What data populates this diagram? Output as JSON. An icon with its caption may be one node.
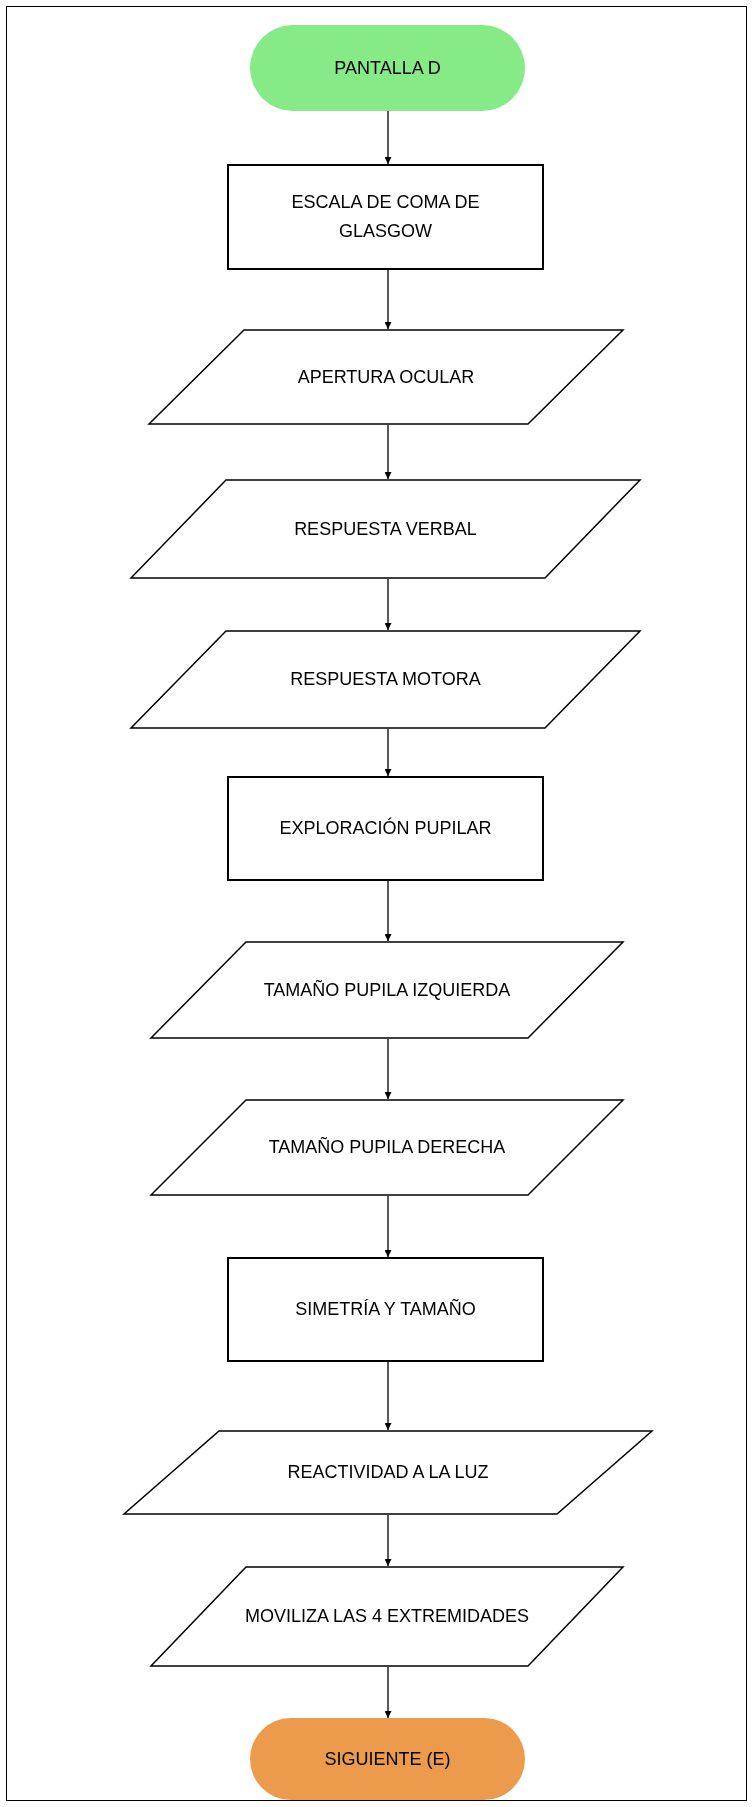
{
  "diagram": {
    "nodes": [
      {
        "text": [
          "PANTALLA D"
        ]
      },
      {
        "text": [
          "ESCALA DE COMA DE GLASGOW"
        ]
      },
      {
        "text": [
          "APERTURA OCULAR"
        ]
      },
      {
        "text": [
          "RESPUESTA VERBAL"
        ]
      },
      {
        "text": [
          "RESPUESTA MOTORA"
        ]
      },
      {
        "text": [
          "EXPLORACIÓN PUPILAR"
        ]
      },
      {
        "text": [
          "TAMAÑO PUPILA IZQUIERDA"
        ]
      },
      {
        "text": [
          "TAMAÑO PUPILA DERECHA"
        ]
      },
      {
        "text": [
          "SIMETRÍA Y TAMAÑO"
        ]
      },
      {
        "text": [
          "REACTIVIDAD A LA LUZ"
        ]
      },
      {
        "text": [
          "MOVILIZA LAS 4 EXTREMIDADES"
        ]
      },
      {
        "text": [
          "SIGUIENTE (E)"
        ]
      }
    ],
    "edges": [
      {
        "from": 0,
        "to": 1,
        "arrow": "to"
      },
      {
        "from": 1,
        "to": 2,
        "arrow": "to"
      },
      {
        "from": 2,
        "to": 3,
        "arrow": "to"
      },
      {
        "from": 3,
        "to": 4,
        "arrow": "to"
      },
      {
        "from": 4,
        "to": 5,
        "arrow": "to"
      },
      {
        "from": 5,
        "to": 6,
        "arrow": "to"
      },
      {
        "from": 6,
        "to": 7,
        "arrow": "to"
      },
      {
        "from": 7,
        "to": 8,
        "arrow": "to"
      },
      {
        "from": 8,
        "to": 9,
        "arrow": "to"
      },
      {
        "from": 9,
        "to": 10,
        "arrow": "to"
      },
      {
        "from": 10,
        "to": 11,
        "arrow": "to"
      }
    ]
  }
}
